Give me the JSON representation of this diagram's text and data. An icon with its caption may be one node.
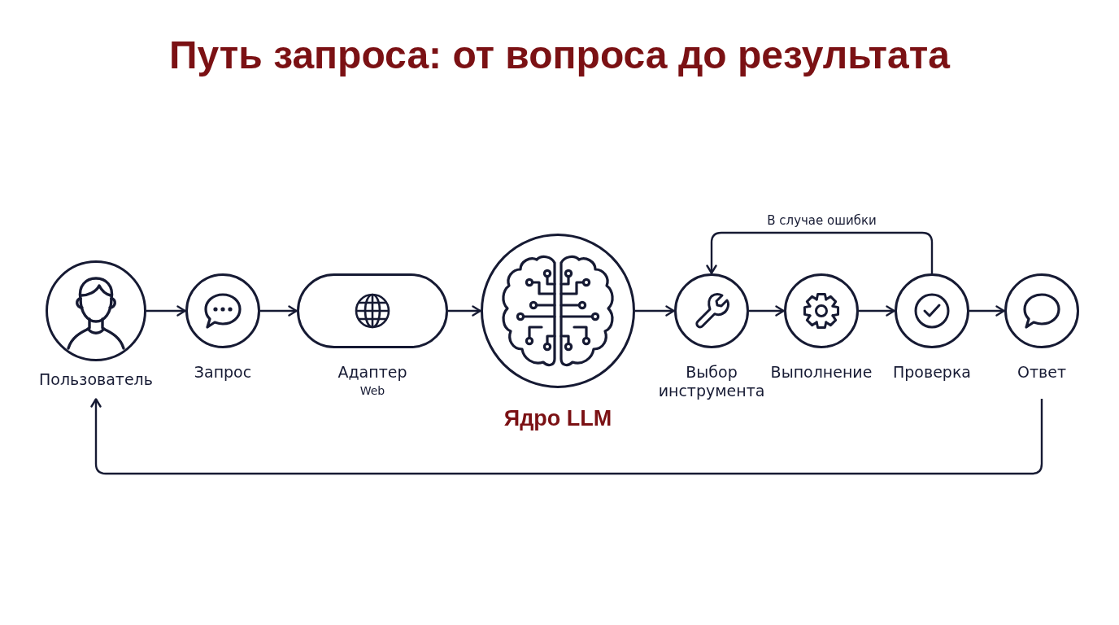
{
  "diagram": {
    "title": "Путь запроса: от вопроса до результата",
    "nodes": [
      {
        "text": [
          "Пользователь"
        ]
      },
      {
        "text": [
          "Запрос"
        ]
      },
      {
        "text": [
          "Адаптер",
          "Web"
        ]
      },
      {
        "text": [
          "Ядро LLM"
        ]
      },
      {
        "text": [
          "Выбор инструмента"
        ]
      },
      {
        "text": [
          "Выполнение"
        ]
      },
      {
        "text": [
          "Проверка"
        ]
      },
      {
        "text": [
          "Ответ"
        ]
      }
    ],
    "edges": [
      {
        "from": 0,
        "to": 1,
        "arrow": "to"
      },
      {
        "from": 1,
        "to": 2,
        "arrow": "to"
      },
      {
        "from": 2,
        "to": 3,
        "arrow": "to"
      },
      {
        "from": 3,
        "to": 4,
        "arrow": "to"
      },
      {
        "from": 4,
        "to": 5,
        "arrow": "to"
      },
      {
        "from": 5,
        "to": 6,
        "arrow": "to"
      },
      {
        "from": 6,
        "to": 7,
        "arrow": "to"
      },
      {
        "from": 6,
        "to": 4,
        "arrow": "to",
        "label": "В случае ошибки"
      },
      {
        "from": 7,
        "to": 0,
        "arrow": "to"
      }
    ]
  }
}
